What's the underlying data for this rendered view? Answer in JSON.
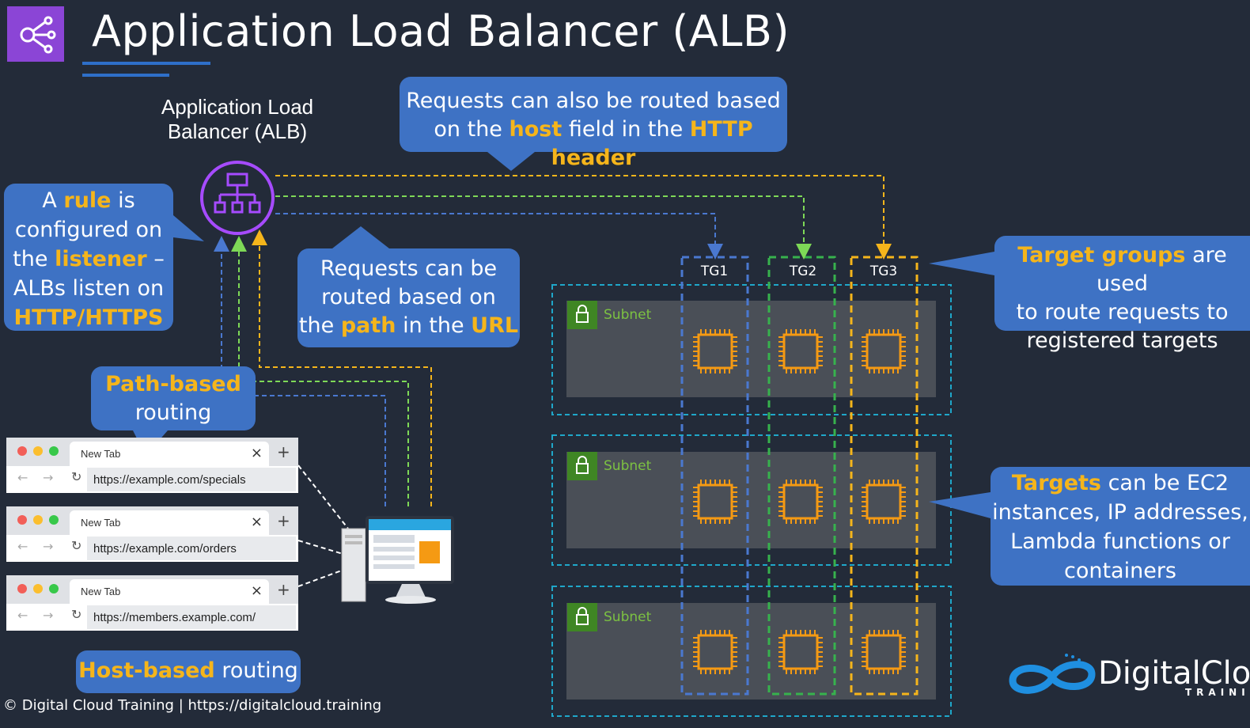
{
  "title": "Application Load Balancer (ALB)",
  "alb_label": "Application Load\nBalancer (ALB)",
  "callouts": {
    "host_header": [
      "Requests can also be routed based",
      "on the ",
      "host",
      " field in the ",
      "HTTP header"
    ],
    "rule": [
      "A ",
      "rule",
      " is",
      "configured on",
      "the ",
      "listener",
      " –",
      "ALBs listen on",
      "HTTP/HTTPS"
    ],
    "path_url": [
      "Requests can be",
      "routed based on",
      "the ",
      "path",
      " in the ",
      "URL"
    ],
    "path_based": [
      "Path-based",
      "routing"
    ],
    "host_based": [
      "Host-based",
      " routing"
    ],
    "target_groups": [
      "Target groups",
      " are used",
      "to route requests to",
      "registered targets"
    ],
    "targets": [
      "Targets",
      " can be EC2",
      "instances, IP addresses,",
      "Lambda functions or",
      "containers"
    ]
  },
  "target_groups": [
    "TG1",
    "TG2",
    "TG3"
  ],
  "subnet_label": "Subnet",
  "browsers": [
    {
      "tab": "New Tab",
      "url": "https://example.com/specials"
    },
    {
      "tab": "New Tab",
      "url": "https://example.com/orders"
    },
    {
      "tab": "New Tab",
      "url": "https://members.example.com/"
    }
  ],
  "footer": "© Digital Cloud Training  | https://digitalcloud.training",
  "brand": "DigitalClou",
  "brand_sub": "TRAINI",
  "colors": {
    "background": "#232b39",
    "callout": "#3e72c4",
    "highlight": "#f5b51b",
    "tg1": "#4a78d0",
    "tg2": "#37b24d",
    "tg3": "#f5b51b",
    "subnet_border": "#1fa7c9",
    "instance": "#f59a13",
    "alb_icon": "#a64bff"
  }
}
